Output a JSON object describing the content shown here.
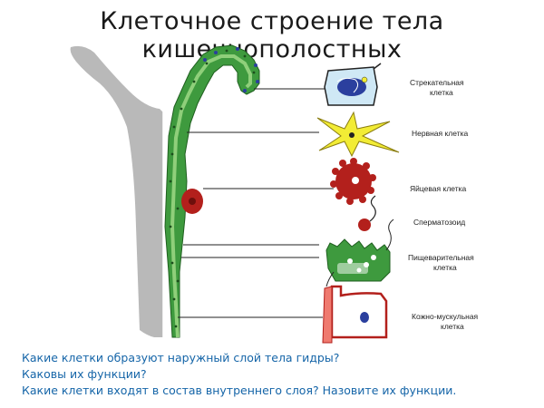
{
  "title": "Клеточное строение тела кишечнополостных",
  "cells": [
    {
      "label_lines": [
        "Стрекательная",
        "клетка"
      ],
      "icon": "stinging-cell"
    },
    {
      "label_lines": [
        "Нервная клетка"
      ],
      "icon": "nerve-cell"
    },
    {
      "label_lines": [
        "Яйцевая клетка"
      ],
      "icon": "egg-cell"
    },
    {
      "label_lines": [
        "Сперматозоид"
      ],
      "icon": "sperm-cell"
    },
    {
      "label_lines": [
        "Пищеварительная",
        "клетка"
      ],
      "icon": "digestive-cell"
    },
    {
      "label_lines": [
        "Кожно-мускульная",
        "клетка"
      ],
      "icon": "skin-muscle-cell"
    }
  ],
  "questions": [
    "Какие клетки образуют наружный слой тела гидры?",
    "Каковы их функции?",
    "Какие клетки входят в состав внутреннего слоя? Назовите их функции."
  ],
  "colors": {
    "body_gray": "#b9b9b9",
    "ectoderm_green": "#3e9a3e",
    "nucleus_blue": "#2b3f9e",
    "egg_red": "#b3201c",
    "nerve_yellow": "#f2ec35",
    "question_blue": "#1565a8"
  }
}
